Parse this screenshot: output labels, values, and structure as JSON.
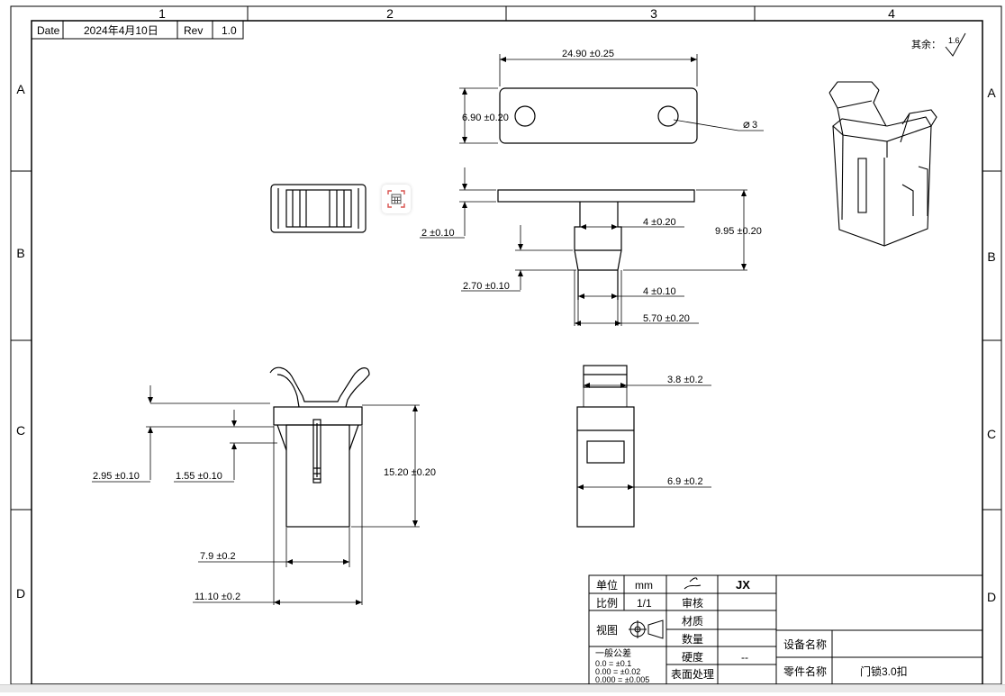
{
  "header": {
    "date_label": "Date",
    "date_value": "2024年4月10日",
    "rev_label": "Rev",
    "rev_value": "1.0"
  },
  "zones": {
    "columns": [
      "1",
      "2",
      "3",
      "4"
    ],
    "rows": [
      "A",
      "B",
      "C",
      "D"
    ]
  },
  "surface_finish": {
    "label": "其余：",
    "value": "1.6"
  },
  "dimensions": {
    "top_length": "24.90 ±0.25",
    "top_width": "6.90 ±0.20",
    "hole_dia": "3",
    "plate_thick": "2 ±0.10",
    "stem_width": "4 ±0.20",
    "total_height": "9.95 ±0.20",
    "neck_height": "2.70 ±0.10",
    "neck_width": "4 ±0.10",
    "foot_width": "5.70 ±0.20",
    "side_thick": "3.8 ±0.2",
    "side_width": "6.9 ±0.2",
    "left_offset1": "2.95 ±0.10",
    "left_offset2": "1.55 ±0.10",
    "front_height": "15.20 ±0.20",
    "inner_width": "7.9 ±0.2",
    "outer_width": "11.10 ±0.2"
  },
  "title_block": {
    "unit_label": "单位",
    "unit_value": "mm",
    "designer": "JX",
    "scale_label": "比例",
    "scale_value": "1/1",
    "review_label": "审核",
    "view_label": "视图",
    "material_label": "材质",
    "quantity_label": "数量",
    "hardness_label": "硬度",
    "hardness_value": "--",
    "surface_label": "表面处理",
    "tol_title": "一般公差",
    "tol1": "0.0 = ±0.1",
    "tol2": "0.00 = ±0.02",
    "tol3": "0.000 = ±0.005",
    "equip_label": "设备名称",
    "part_label": "零件名称",
    "part_value": "门锁3.0扣"
  },
  "icons": {
    "ocr_tool": "table-recognize-icon"
  }
}
